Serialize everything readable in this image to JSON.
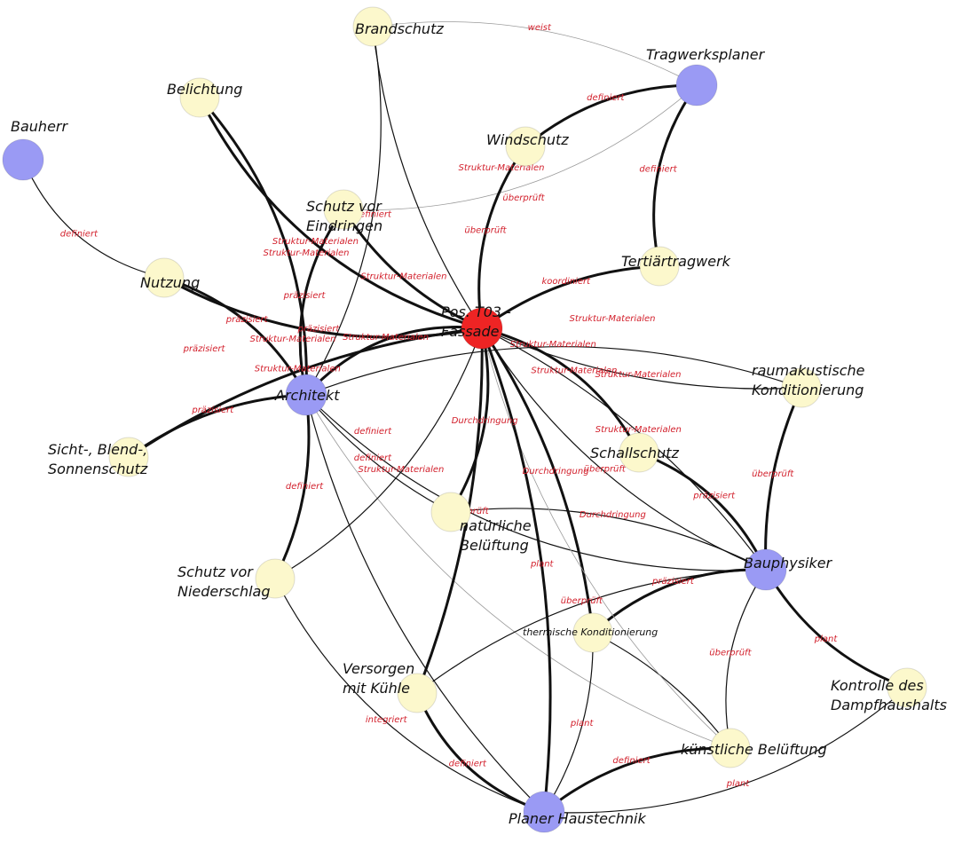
{
  "colors": {
    "actor": "#9a9af4",
    "topic": "#fcf8cc",
    "center": "#ee2424",
    "edge": "#111111",
    "edge_light": "#9a9a9a",
    "edge_label": "#d21f2b"
  },
  "nodes": [
    {
      "id": "bauherr",
      "label": "Bauherr",
      "kind": "actor"
    },
    {
      "id": "brandschutz",
      "label": "Brandschutz",
      "kind": "topic"
    },
    {
      "id": "tragwerksplaner",
      "label": "Tragwerksplaner",
      "kind": "actor"
    },
    {
      "id": "belichtung",
      "label": "Belichtung",
      "kind": "topic"
    },
    {
      "id": "windschutz",
      "label": "Windschutz",
      "kind": "topic"
    },
    {
      "id": "schutz_eindringen",
      "label": "Schutz vor|Eindringen",
      "kind": "topic"
    },
    {
      "id": "nutzung",
      "label": "Nutzung",
      "kind": "topic"
    },
    {
      "id": "tertiaer",
      "label": "Tertiärtragwerk",
      "kind": "topic"
    },
    {
      "id": "fassade",
      "label": "Pos. T03 -|Fassade",
      "kind": "center"
    },
    {
      "id": "raumakustik",
      "label": "raumakustische|Konditionierung",
      "kind": "topic"
    },
    {
      "id": "architekt",
      "label": "Architekt",
      "kind": "actor"
    },
    {
      "id": "sicht",
      "label": "Sicht-, Blend-,|Sonnenschutz",
      "kind": "topic"
    },
    {
      "id": "schallschutz",
      "label": "Schallschutz",
      "kind": "topic"
    },
    {
      "id": "natuerliche",
      "label": "natürliche|Belüftung",
      "kind": "topic"
    },
    {
      "id": "bauphysiker",
      "label": "Bauphysiker",
      "kind": "actor"
    },
    {
      "id": "niederschlag",
      "label": "Schutz vor|Niederschlag",
      "kind": "topic"
    },
    {
      "id": "thermisch",
      "label": "thermische Konditionierung",
      "kind": "topic"
    },
    {
      "id": "versorgen",
      "label": "Versorgen|mit Kühle",
      "kind": "topic"
    },
    {
      "id": "dampf",
      "label": "Kontrolle des|Dampfhaushalts",
      "kind": "topic"
    },
    {
      "id": "kuenstlich",
      "label": "künstliche Belüftung",
      "kind": "topic"
    },
    {
      "id": "haustechnik",
      "label": "Planer Haustechnik",
      "kind": "actor"
    }
  ],
  "edges": [
    {
      "from": "bauherr",
      "to": "nutzung",
      "label": "definiert",
      "weight": 1
    },
    {
      "from": "tragwerksplaner",
      "to": "windschutz",
      "label": "definiert",
      "weight": 3
    },
    {
      "from": "tragwerksplaner",
      "to": "tertiaer",
      "label": "definiert",
      "weight": 3
    },
    {
      "from": "tragwerksplaner",
      "to": "brandschutz",
      "label": "weist",
      "weight": 0
    },
    {
      "from": "tragwerksplaner",
      "to": "schutz_eindringen",
      "label": "",
      "weight": 0
    },
    {
      "from": "brandschutz",
      "to": "fassade",
      "label": "",
      "weight": 1
    },
    {
      "from": "brandschutz",
      "to": "architekt",
      "label": "definiert",
      "weight": 1
    },
    {
      "from": "belichtung",
      "to": "fassade",
      "label": "Struktur-Materialen",
      "weight": 3
    },
    {
      "from": "belichtung",
      "to": "architekt",
      "label": "",
      "weight": 3
    },
    {
      "from": "windschutz",
      "to": "fassade",
      "label": "überprüft",
      "weight": 3
    },
    {
      "from": "schutz_eindringen",
      "to": "fassade",
      "label": "Struktur-Materialen",
      "weight": 3
    },
    {
      "from": "schutz_eindringen",
      "to": "architekt",
      "label": "präzisiert",
      "weight": 3
    },
    {
      "from": "nutzung",
      "to": "fassade",
      "label": "präzisiert",
      "weight": 3
    },
    {
      "from": "nutzung",
      "to": "architekt",
      "label": "präzisiert",
      "weight": 3
    },
    {
      "from": "tertiaer",
      "to": "fassade",
      "label": "koordiniert",
      "weight": 3
    },
    {
      "from": "raumakustik",
      "to": "fassade",
      "label": "Struktur-Materialen",
      "weight": 1
    },
    {
      "from": "raumakustik",
      "to": "architekt",
      "label": "Struktur-Materialen",
      "weight": 1
    },
    {
      "from": "raumakustik",
      "to": "bauphysiker",
      "label": "überprüft",
      "weight": 3
    },
    {
      "from": "architekt",
      "to": "fassade",
      "label": "Struktur-Materialen",
      "weight": 3
    },
    {
      "from": "architekt",
      "to": "sicht",
      "label": "präzisiert",
      "weight": 3
    },
    {
      "from": "architekt",
      "to": "niederschlag",
      "label": "definiert",
      "weight": 3
    },
    {
      "from": "architekt",
      "to": "natuerliche",
      "label": "definiert",
      "weight": 1
    },
    {
      "from": "architekt",
      "to": "kuenstlich",
      "label": "",
      "weight": 0
    },
    {
      "from": "architekt",
      "to": "bauphysiker",
      "label": "",
      "weight": 1
    },
    {
      "from": "sicht",
      "to": "fassade",
      "label": "Struktur-Materialen",
      "weight": 3
    },
    {
      "from": "schallschutz",
      "to": "fassade",
      "label": "Struktur-Materialen",
      "weight": 3
    },
    {
      "from": "schallschutz",
      "to": "bauphysiker",
      "label": "präzisiert",
      "weight": 3
    },
    {
      "from": "natuerliche",
      "to": "fassade",
      "label": "Durchdringung",
      "weight": 3
    },
    {
      "from": "natuerliche",
      "to": "bauphysiker",
      "label": "Durchdringung",
      "weight": 1
    },
    {
      "from": "niederschlag",
      "to": "fassade",
      "label": "Struktur-Materialen",
      "weight": 1
    },
    {
      "from": "thermisch",
      "to": "fassade",
      "label": "Durchdringung",
      "weight": 3
    },
    {
      "from": "thermisch",
      "to": "bauphysiker",
      "label": "präzisiert",
      "weight": 3
    },
    {
      "from": "thermisch",
      "to": "haustechnik",
      "label": "plant",
      "weight": 1
    },
    {
      "from": "thermisch",
      "to": "kuenstlich",
      "label": "",
      "weight": 1
    },
    {
      "from": "versorgen",
      "to": "fassade",
      "label": "überprüft",
      "weight": 3
    },
    {
      "from": "versorgen",
      "to": "haustechnik",
      "label": "definiert",
      "weight": 3
    },
    {
      "from": "versorgen",
      "to": "bauphysiker",
      "label": "überprüft",
      "weight": 1
    },
    {
      "from": "bauphysiker",
      "to": "dampf",
      "label": "plant",
      "weight": 3
    },
    {
      "from": "bauphysiker",
      "to": "kuenstlich",
      "label": "überprüft",
      "weight": 1
    },
    {
      "from": "bauphysiker",
      "to": "fassade",
      "label": "Struktur-Materialen",
      "weight": 1
    },
    {
      "from": "dampf",
      "to": "haustechnik",
      "label": "plant",
      "weight": 1
    },
    {
      "from": "kuenstlich",
      "to": "haustechnik",
      "label": "definiert",
      "weight": 3
    },
    {
      "from": "kuenstlich",
      "to": "fassade",
      "label": "",
      "weight": 0
    },
    {
      "from": "niederschlag",
      "to": "haustechnik",
      "label": "integriert",
      "weight": 1
    },
    {
      "from": "fassade",
      "to": "haustechnik",
      "label": "plant",
      "weight": 3
    },
    {
      "from": "fassade",
      "to": "bauphysiker",
      "label": "überprüft",
      "weight": 1
    },
    {
      "from": "architekt",
      "to": "haustechnik",
      "label": "",
      "weight": 1
    }
  ],
  "extra_labels": [
    {
      "text": "Struktur-Materialen"
    },
    {
      "text": "präzisiert"
    },
    {
      "text": "überprüft"
    },
    {
      "text": "Struktur-Materialen"
    },
    {
      "text": "Struktur-Materialen"
    },
    {
      "text": "definiert"
    },
    {
      "text": "Struktur-Materialen"
    }
  ]
}
